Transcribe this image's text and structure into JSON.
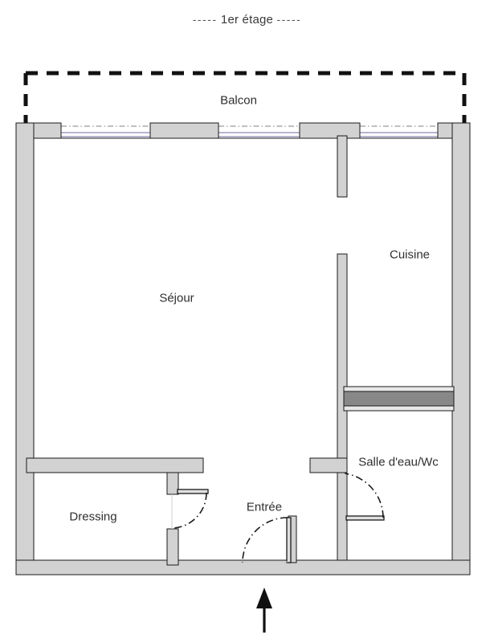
{
  "header": {
    "title": "1er étage",
    "dash_left": "-----",
    "dash_right": "-----"
  },
  "rooms": [
    {
      "id": "balcon",
      "label": "Balcon"
    },
    {
      "id": "sejour",
      "label": "Séjour"
    },
    {
      "id": "cuisine",
      "label": "Cuisine"
    },
    {
      "id": "salle",
      "label": "Salle d'eau/Wc"
    },
    {
      "id": "dressing",
      "label": "Dressing"
    },
    {
      "id": "entree",
      "label": "Entrée"
    }
  ],
  "colors": {
    "wall_fill": "#d2d2d2",
    "wall_stroke": "#1a1a1a",
    "dark_block": "#888888",
    "window_line": "#6b6ba0",
    "background": "#ffffff",
    "text": "#2f2f2f",
    "dashed_balcony": "#111111"
  },
  "elements": {
    "entry_arrow": "entry-arrow-up",
    "balcony_outline": "dashed",
    "windows_count": 4,
    "doors": [
      {
        "id": "door-dressing",
        "swing": "arc"
      },
      {
        "id": "door-entree",
        "swing": "arc"
      },
      {
        "id": "door-salle",
        "swing": "arc"
      }
    ]
  }
}
